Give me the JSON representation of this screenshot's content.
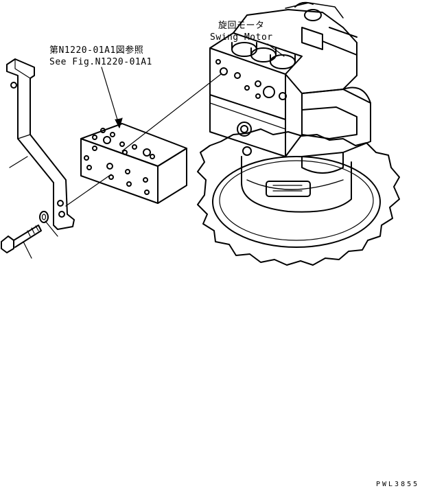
{
  "labels": {
    "motor_jp": "旋回モータ",
    "motor_en": "Swing Motor",
    "ref_jp": "第N1220-01A1図参照",
    "ref_en": "See Fig.N1220-01A1"
  },
  "figure_code": "PWL3855"
}
